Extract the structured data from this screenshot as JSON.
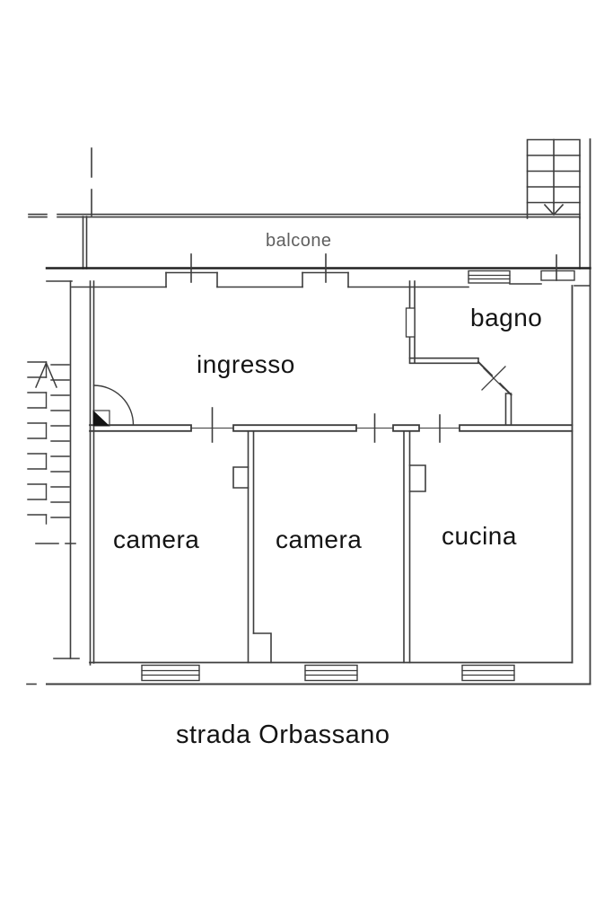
{
  "plan": {
    "labels": {
      "balcony": "balcone",
      "hall": "ingresso",
      "bathroom": "bagno",
      "bedroom1": "camera",
      "bedroom2": "camera",
      "kitchen": "cucina",
      "street": "strada Orbassano"
    },
    "icons": {
      "stairs_down_arrow": "down-arrow",
      "stairs_up_arrow": "up-arrow",
      "bathroom_door_mark": "x-cross",
      "entrance_door_mark": "filled-triangle"
    },
    "colors": {
      "background": "#ffffff",
      "wall_line": "#3d3d3d",
      "heavy_line": "#222222",
      "label_text": "#141414",
      "balcony_text": "#5f5f5f"
    }
  }
}
